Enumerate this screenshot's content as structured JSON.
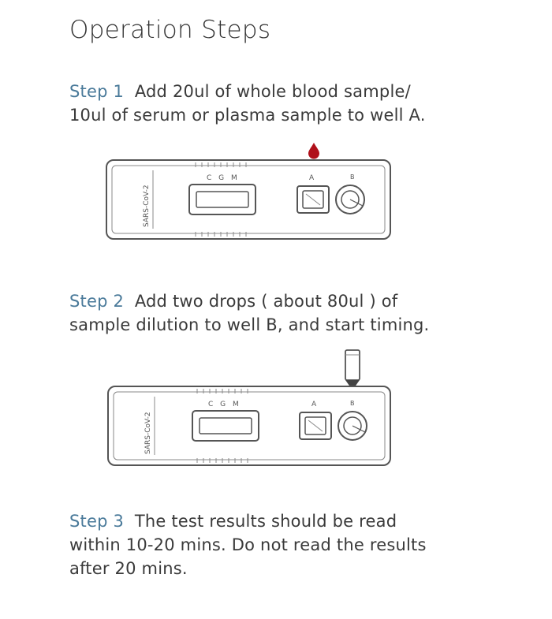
{
  "title": "Operation Steps",
  "steps": [
    {
      "label": "Step 1",
      "line1": "Add 20ul of whole blood sample/",
      "line2": "10ul of serum or plasma sample to well A."
    },
    {
      "label": "Step 2",
      "line1": "Add two drops ( about 80ul ) of",
      "line2": "sample dilution to well B, and start timing."
    },
    {
      "label": "Step 3",
      "line1": "The test results should be read",
      "line2": "within 10-20 mins. Do not read the results",
      "line3": "after 20 mins."
    }
  ],
  "cassette": {
    "side_label": "SARS-CoV-2",
    "window_label": "C G M",
    "well_a_label": "A",
    "well_b_label": "B"
  },
  "colors": {
    "step_label": "#4a7a9a",
    "blood_drop": "#b0111b",
    "dropper_tip": "#444444"
  },
  "icons": {
    "sample": "blood-drop-icon",
    "diluent": "dropper-icon"
  }
}
